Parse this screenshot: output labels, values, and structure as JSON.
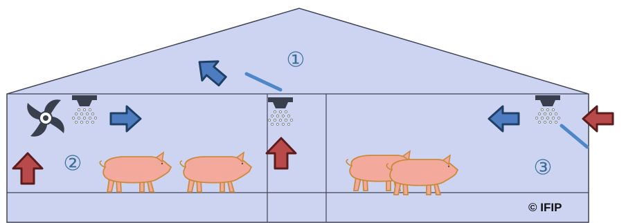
{
  "labels": {
    "one": "①",
    "two": "②",
    "three": "③"
  },
  "copyright": "© IFIP",
  "colors": {
    "building_fill": "#cdd4f1",
    "outline": "#3f4356",
    "blue_arrow": "#4d7cc0",
    "blue_arrow_edge": "#1f3f66",
    "red_arrow": "#b84a4a",
    "red_arrow_edge": "#5a1c1c",
    "mist_line": "#4d86c9",
    "pig_fill": "#f3a99c",
    "pig_edge": "#c98a3b",
    "label_color": "#3b6f9b"
  },
  "icons": {
    "fan": "fan-icon",
    "sprinkler": "sprinkler-icon",
    "pig": "pig-icon",
    "arrow_blue": "arrow-icon",
    "arrow_red": "arrow-icon"
  }
}
